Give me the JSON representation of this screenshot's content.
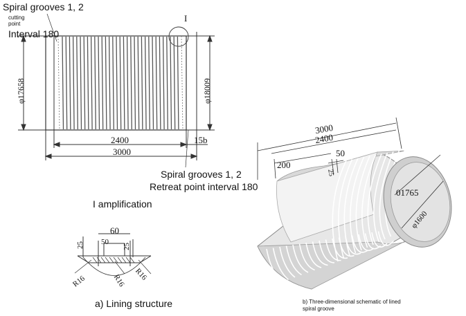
{
  "left_drawing": {
    "label_spiral_grooves": "Spiral grooves 1, 2",
    "label_cutting_point": "cutting point",
    "label_interval": "Interval 180",
    "label_detail_marker": "I",
    "dim_left_diameter": "φ17658",
    "dim_right_diameter": "φ18009",
    "dim_length_inner": "2400",
    "dim_length_total": "3000",
    "dim_end": "15b",
    "label_spiral_grooves_bottom": "Spiral grooves 1, 2",
    "label_retreat_point": "Retreat point interval 180"
  },
  "detail": {
    "title": "I amplification",
    "dim_60": "60",
    "dim_50": "50",
    "dim_25_left": "25",
    "dim_25_right": "25",
    "r16_left": "R16",
    "r16_mid": "R16",
    "r16_right": "R16",
    "caption": "a) Lining structure"
  },
  "schematic": {
    "dim_3000": "3000",
    "dim_2400": "2400",
    "dim_50": "50",
    "dim_25": "25",
    "dim_200": "200",
    "dim_01765": "01765",
    "dim_1600": "φ1600",
    "caption_line1": "b) Three-dimensional schematic of lined",
    "caption_line2": "spiral groove"
  }
}
